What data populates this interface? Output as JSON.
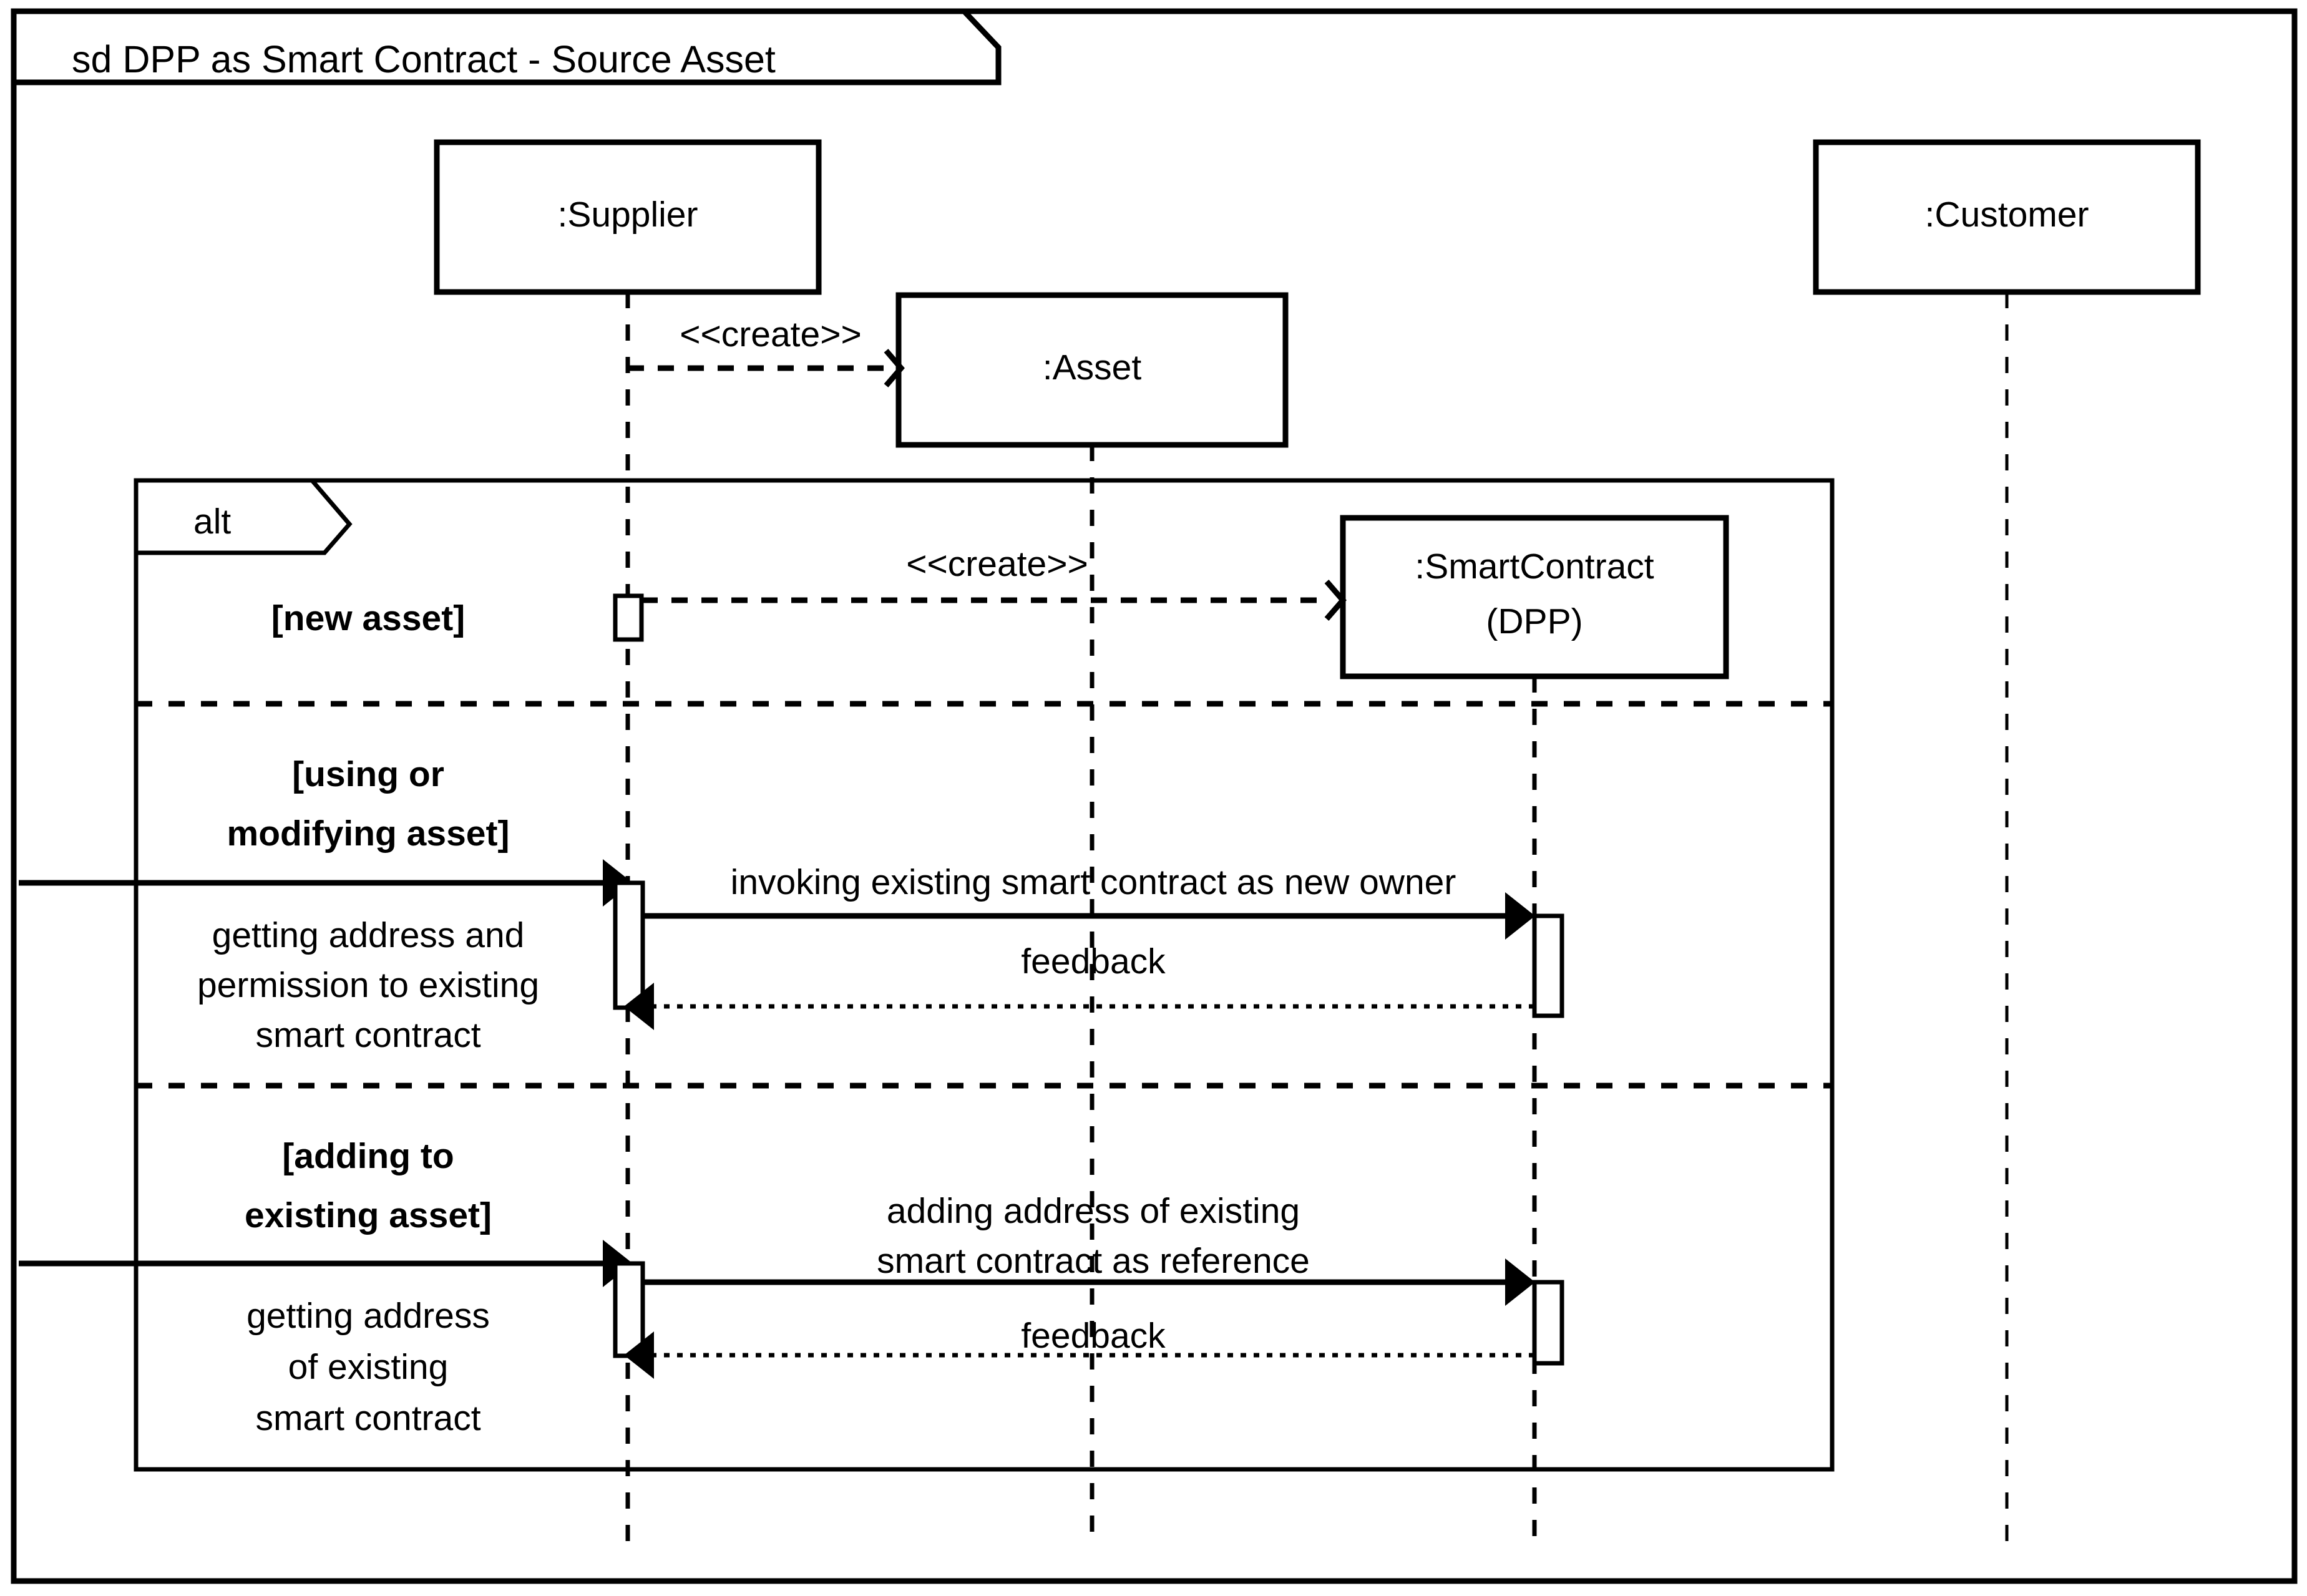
{
  "diagram": {
    "kind": "uml-sequence-diagram",
    "frame": {
      "title": "sd DPP as Smart Contract - Source Asset",
      "title_tab_label": "sd DPP as Smart Contract - Source Asset"
    },
    "lifelines": [
      {
        "id": "supplier",
        "label": "",
        "line1": ":Supplier",
        "line2": ""
      },
      {
        "id": "asset",
        "label": "",
        "line1": ":Asset",
        "line2": ""
      },
      {
        "id": "smartcontract",
        "label": "",
        "line1": ":SmartContract",
        "line2": "(DPP)"
      },
      {
        "id": "customer",
        "label": "",
        "line1": ":Customer",
        "line2": ""
      }
    ],
    "combined_fragment": {
      "operator": "alt",
      "operands": [
        {
          "guard": "[new asset]",
          "guard_lines": [
            "[new asset]"
          ]
        },
        {
          "guard": "[using or modifying asset]",
          "guard_lines": [
            "[using or",
            "modifying asset]"
          ]
        },
        {
          "guard": "[adding to existing asset]",
          "guard_lines": [
            "[adding to",
            "existing asset]"
          ]
        }
      ]
    },
    "messages": [
      {
        "id": "m1",
        "label": "<<create>>",
        "from": "supplier",
        "to": "asset",
        "kind": "create"
      },
      {
        "id": "m2",
        "label": "<<create>>",
        "from": "supplier",
        "to": "smartcontract",
        "kind": "create"
      },
      {
        "id": "m3",
        "label": "getting address and permission to existing smart contract",
        "label_lines": [
          "getting address and",
          "permission to existing",
          "smart contract"
        ],
        "from": "external",
        "to": "supplier",
        "kind": "found-sync"
      },
      {
        "id": "m4",
        "label": "invoking existing smart contract as new owner",
        "label_lines": [
          "invoking existing smart contract as new owner"
        ],
        "from": "supplier",
        "to": "smartcontract",
        "kind": "sync"
      },
      {
        "id": "m5",
        "label": "feedback",
        "label_lines": [
          "feedback"
        ],
        "from": "smartcontract",
        "to": "supplier",
        "kind": "reply"
      },
      {
        "id": "m6",
        "label": "getting address of existing smart contract",
        "label_lines": [
          "getting address",
          "of existing",
          "smart contract"
        ],
        "from": "external",
        "to": "supplier",
        "kind": "found-sync"
      },
      {
        "id": "m7",
        "label": "adding address of existing smart contract as reference",
        "label_lines": [
          "adding address of existing",
          "smart contract as reference"
        ],
        "from": "supplier",
        "to": "smartcontract",
        "kind": "sync"
      },
      {
        "id": "m8",
        "label": "feedback",
        "label_lines": [
          "feedback"
        ],
        "from": "smartcontract",
        "to": "supplier",
        "kind": "reply"
      }
    ],
    "colors": {
      "stroke": "#000000",
      "fill": "#ffffff",
      "background": "#ffffff"
    }
  }
}
